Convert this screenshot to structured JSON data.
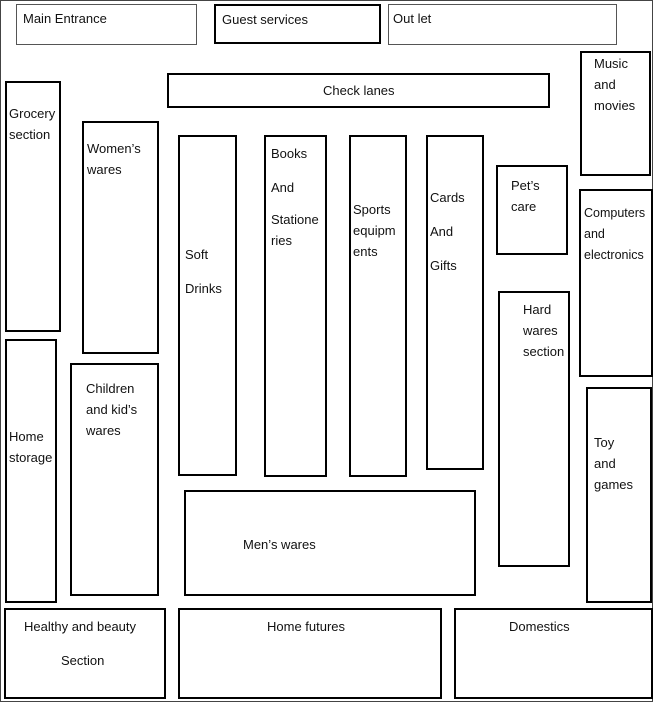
{
  "title": "Store floor plan",
  "sections": {
    "main_entrance": "Main Entrance",
    "guest_services": "Guest services",
    "outlet": "Out let",
    "check_lanes": "Check lanes",
    "grocery": [
      "Grocery",
      "section"
    ],
    "womens": [
      "Women’s",
      "wares"
    ],
    "soft_drinks": [
      "Soft",
      "Drinks"
    ],
    "books": [
      "Books",
      "And",
      "Statione",
      "ries"
    ],
    "sports": [
      "Sports",
      "equipm",
      "ents"
    ],
    "cards": [
      "Cards",
      "And",
      "Gifts"
    ],
    "pets": [
      "Pet’s",
      "care"
    ],
    "music": [
      "Music",
      "and",
      "movies"
    ],
    "computers": [
      "Computers",
      "and",
      "electronics"
    ],
    "hardwares": [
      "Hard",
      "wares",
      "section"
    ],
    "home_storage": [
      "Home",
      "storage"
    ],
    "children": [
      "Children",
      "and kid’s",
      "wares"
    ],
    "mens": "Men’s wares",
    "toys": [
      "Toy",
      "and",
      "games"
    ],
    "health_beauty": [
      "Healthy and beauty",
      "Section"
    ],
    "home_futures": "Home futures",
    "domestics": "Domestics"
  }
}
